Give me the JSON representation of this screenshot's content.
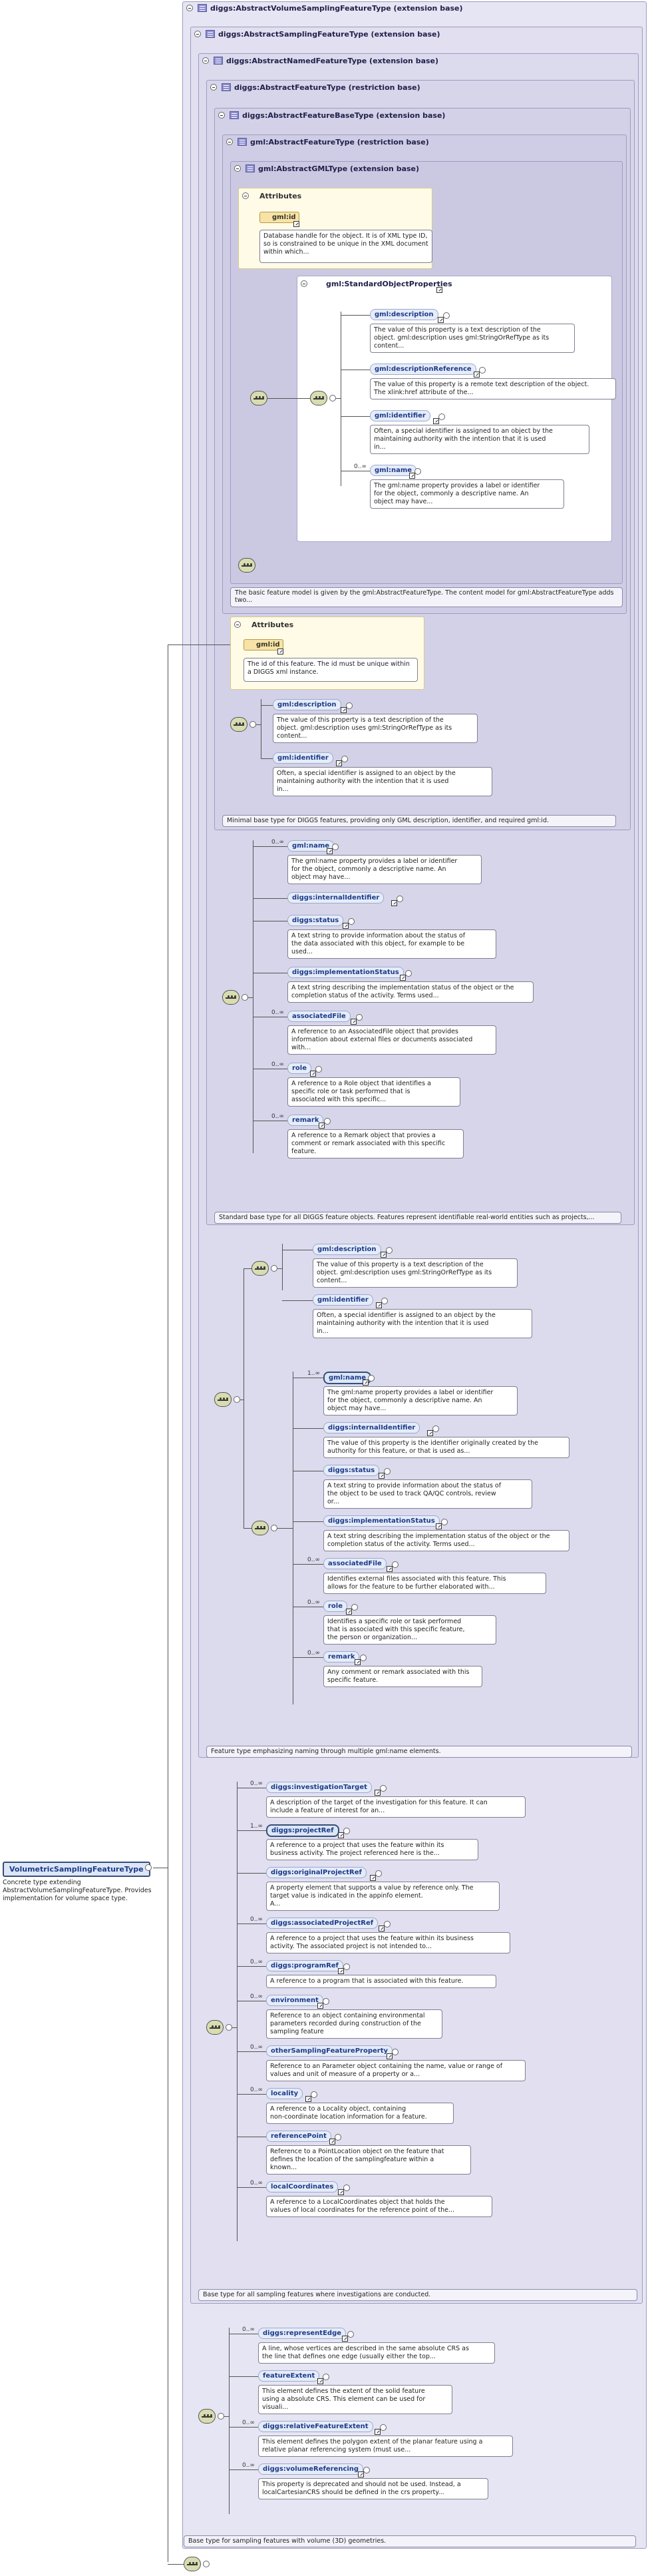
{
  "root": {
    "name": "VolumetricSamplingFeatureType",
    "description": "Concrete type extending\nAbstractVolumeSamplingFeatureType. Provides\nimplementation for volume space type."
  },
  "types": {
    "t1": "diggs:AbstractVolumeSamplingFeatureType (extension base)",
    "t2": "diggs:AbstractSamplingFeatureType (extension base)",
    "t3": "diggs:AbstractNamedFeatureType (extension base)",
    "t4": "diggs:AbstractFeatureType (restriction base)",
    "t5": "diggs:AbstractFeatureBaseType (extension base)",
    "t6": "gml:AbstractFeatureType (restriction base)",
    "t7": "gml:AbstractGMLType (extension base)"
  },
  "gml_abstract": {
    "attributes_title": "Attributes",
    "attr_name": "gml:id",
    "attr_desc": "Database handle for the object. It is of XML type ID,\nso is constrained to be unique in the XML document\nwithin which...",
    "props_group": "gml:StandardObjectProperties",
    "elements": [
      {
        "name": "gml:description",
        "card": "",
        "desc": "The value of this property is a text description of the\nobject. gml:description uses gml:StringOrRefType as its\ncontent..."
      },
      {
        "name": "gml:descriptionReference",
        "card": "",
        "desc": "The value of this property is a remote text description of the object.\nThe xlink:href attribute of the..."
      },
      {
        "name": "gml:identifier",
        "card": "",
        "desc": "Often, a special identifier is assigned to an object by the\nmaintaining authority with the intention that it is used\nin..."
      },
      {
        "name": "gml:name",
        "card": "0..∞",
        "desc": "The gml:name property provides a label or identifier\nfor the object, commonly a descriptive name. An\nobject may have..."
      }
    ],
    "banner": "The basic feature model is given by the gml:AbstractFeatureType. The content model for gml:AbstractFeatureType adds two..."
  },
  "feature_base": {
    "attributes_title": "Attributes",
    "attr_name": "gml:id",
    "attr_desc": "The id of this feature. The id must be unique within\na DIGGS xml instance.",
    "elements": [
      {
        "name": "gml:description",
        "card": "",
        "desc": "The value of this property is a text description of the\nobject. gml:description uses gml:StringOrRefType as its\ncontent..."
      },
      {
        "name": "gml:identifier",
        "card": "",
        "desc": "Often, a special identifier is assigned to an object by the\nmaintaining authority with the intention that it is used\nin..."
      }
    ],
    "banner": "Minimal base type for DIGGS features, providing only GML description, identifier, and required gml:id."
  },
  "feature": {
    "elements": [
      {
        "name": "gml:name",
        "card": "0..∞",
        "desc": "The gml:name property provides a label or identifier\nfor the object, commonly a descriptive name. An\nobject may have..."
      },
      {
        "name": "diggs:internalIdentifier",
        "card": "",
        "desc": ""
      },
      {
        "name": "diggs:status",
        "card": "",
        "desc": "A text string to provide information about the status of\nthe data associated with this object, for example to be\nused..."
      },
      {
        "name": "diggs:implementationStatus",
        "card": "",
        "desc": "A text string describing the implementation status of the object or the\ncompletion status of the activity. Terms used..."
      },
      {
        "name": "associatedFile",
        "card": "0..∞",
        "desc": "A reference to an AssociatedFile object that provides\ninformation about external files or documents associated\nwith..."
      },
      {
        "name": "role",
        "card": "0..∞",
        "desc": "A reference to a Role object that identifies a\nspecific role or task performed that is\nassociated with this specific..."
      },
      {
        "name": "remark",
        "card": "0..∞",
        "desc": "A reference to a Remark object that provies a\ncomment or remark associated with this specific\nfeature."
      }
    ],
    "banner": "Standard base type for all DIGGS feature objects. Features represent identifiable real-world entities such as projects,..."
  },
  "named": {
    "elements_a": [
      {
        "name": "gml:description",
        "card": "",
        "desc": "The value of this property is a text description of the\nobject. gml:description uses gml:StringOrRefType as its\ncontent..."
      },
      {
        "name": "gml:identifier",
        "card": "",
        "desc": "Often, a special identifier is assigned to an object by the\nmaintaining authority with the intention that it is used\nin..."
      }
    ],
    "elements_b": [
      {
        "name": "gml:name",
        "card": "1..∞",
        "desc": "The gml:name property provides a label or identifier\nfor the object, commonly a descriptive name. An\nobject may have..."
      },
      {
        "name": "diggs:internalIdentifier",
        "card": "",
        "desc": "The value of this property is the identifier originally created by the\nauthority for this feature, or that is used as..."
      },
      {
        "name": "diggs:status",
        "card": "",
        "desc": "A text string to provide information about the status of\nthe object to be used to track QA/QC controls, review\nor..."
      },
      {
        "name": "diggs:implementationStatus",
        "card": "",
        "desc": "A text string describing the implementation status of the object or the\ncompletion status of the activity. Terms used..."
      },
      {
        "name": "associatedFile",
        "card": "0..∞",
        "desc": "Identifies external files associated with this feature. This\nallows for the feature to be further elaborated with..."
      },
      {
        "name": "role",
        "card": "0..∞",
        "desc": "Identifies a specific role or task performed\nthat is associated with this specific feature,\nthe person or organization..."
      },
      {
        "name": "remark",
        "card": "0..∞",
        "desc": "Any comment or remark associated with this\nspecific feature."
      }
    ],
    "banner": "Feature type emphasizing naming through multiple gml:name elements."
  },
  "sampling": {
    "elements": [
      {
        "name": "diggs:investigationTarget",
        "card": "0..∞",
        "desc": "A description of the target of the investigation for this feature. It can\ninclude a feature of interest for an..."
      },
      {
        "name": "diggs:projectRef",
        "card": "1..∞",
        "desc": "A reference to a project that uses the feature within its\nbusiness activity. The project referenced here is the..."
      },
      {
        "name": "diggs:originalProjectRef",
        "card": "",
        "desc": "A property element that supports a value by reference only. The\ntarget value is indicated in the appinfo element.\nA..."
      },
      {
        "name": "diggs:associatedProjectRef",
        "card": "0..∞",
        "desc": "A reference to a project that uses the feature within its business\nactivity. The associated project is not intended to..."
      },
      {
        "name": "diggs:programRef",
        "card": "0..∞",
        "desc": "A reference to a program that is associated with this feature."
      },
      {
        "name": "environment",
        "card": "0..∞",
        "desc": "Reference to an object containing environmental\nparameters recorded during construction of the\nsampling feature"
      },
      {
        "name": "otherSamplingFeatureProperty",
        "card": "0..∞",
        "desc": "Reference to an Parameter object containing the name, value or range of\nvalues and unit of measure of a property or a..."
      },
      {
        "name": "locality",
        "card": "0..∞",
        "desc": "A reference to a Locality object, containing\nnon-coordinate location information for a feature."
      },
      {
        "name": "referencePoint",
        "card": "",
        "desc": "Reference to a PointLocation object on the feature that\ndefines the location of the samplingfeature within a\nknown..."
      },
      {
        "name": "localCoordinates",
        "card": "0..∞",
        "desc": "A reference to a LocalCoordinates object that holds the\nvalues of local coordinates for the reference point of the..."
      }
    ],
    "banner": "Base type for all sampling features where investigations are conducted."
  },
  "volume": {
    "elements": [
      {
        "name": "diggs:representEdge",
        "card": "0..∞",
        "desc": "A line, whose vertices are described in the same absolute CRS as\nthe line that defines one edge (usually either the top..."
      },
      {
        "name": "featureExtent",
        "card": "",
        "desc": "This element defines the extent of the solid feature\nusing a absolute CRS. This element can be used for\nvisuali..."
      },
      {
        "name": "diggs:relativeFeatureExtent",
        "card": "0..∞",
        "desc": "This element defines the polygon extent of the planar feature using a\nrelative planar referencing system (must use..."
      },
      {
        "name": "diggs:volumeReferencing",
        "card": "0..∞",
        "desc": "This property is deprecated and should not be used. Instead, a\nlocalCartesianCRS should be defined in the crs property..."
      }
    ],
    "banner": "Base type for sampling features with volume (3D) geometries."
  }
}
